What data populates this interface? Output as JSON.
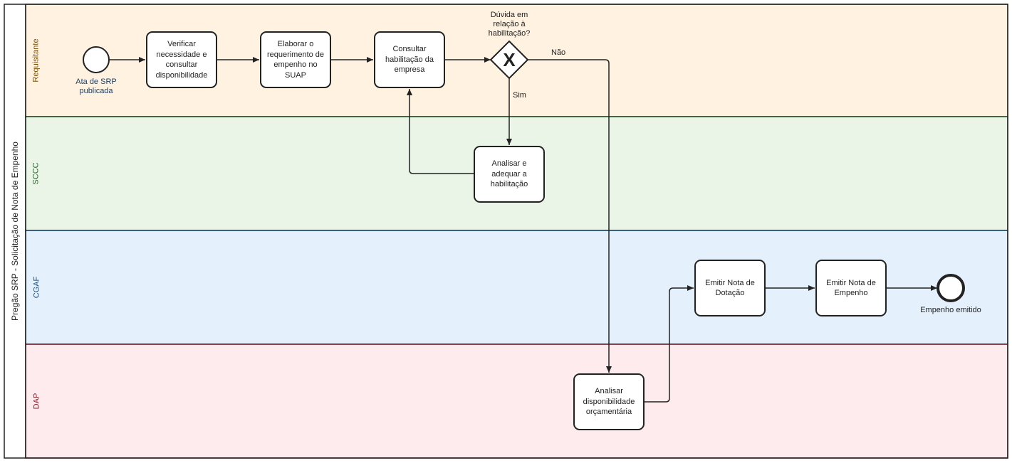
{
  "pool": {
    "label": "Pregão SRP - Solicitação de Nota de Empenho",
    "lanes": [
      {
        "label": "Requisitante",
        "fill": "#fff2e1",
        "border": "#5d3a00",
        "text": "#7a4f00"
      },
      {
        "label": "SCCC",
        "fill": "#eaf5e8",
        "border": "#1f4d1f",
        "text": "#2b6a2b"
      },
      {
        "label": "CGAF",
        "fill": "#e4f1fc",
        "border": "#0d3b66",
        "text": "#1b4f80"
      },
      {
        "label": "DAP",
        "fill": "#fdebee",
        "border": "#6b0f1a",
        "text": "#8a1a26"
      }
    ]
  },
  "events": {
    "start": {
      "label": "Ata de SRP publicada"
    },
    "end": {
      "label": "Empenho emitido"
    }
  },
  "tasks": {
    "verificar": "Verificar necessidade e consultar disponibilidade",
    "elaborar": "Elaborar o requerimento de empenho no SUAP",
    "consultar": "Consultar habilitação da empresa",
    "analisar_habilitacao": "Analisar e adequar a habilitação",
    "analisar_orcamento": "Analisar disponibilidade orçamentária",
    "emitir_dotacao": "Emitir Nota de Dotação",
    "emitir_empenho": "Emitir Nota de Empenho"
  },
  "gateway": {
    "question": "Dúvida em relação à habilitação?",
    "symbol": "X",
    "yes_label": "Sim",
    "no_label": "Não"
  }
}
